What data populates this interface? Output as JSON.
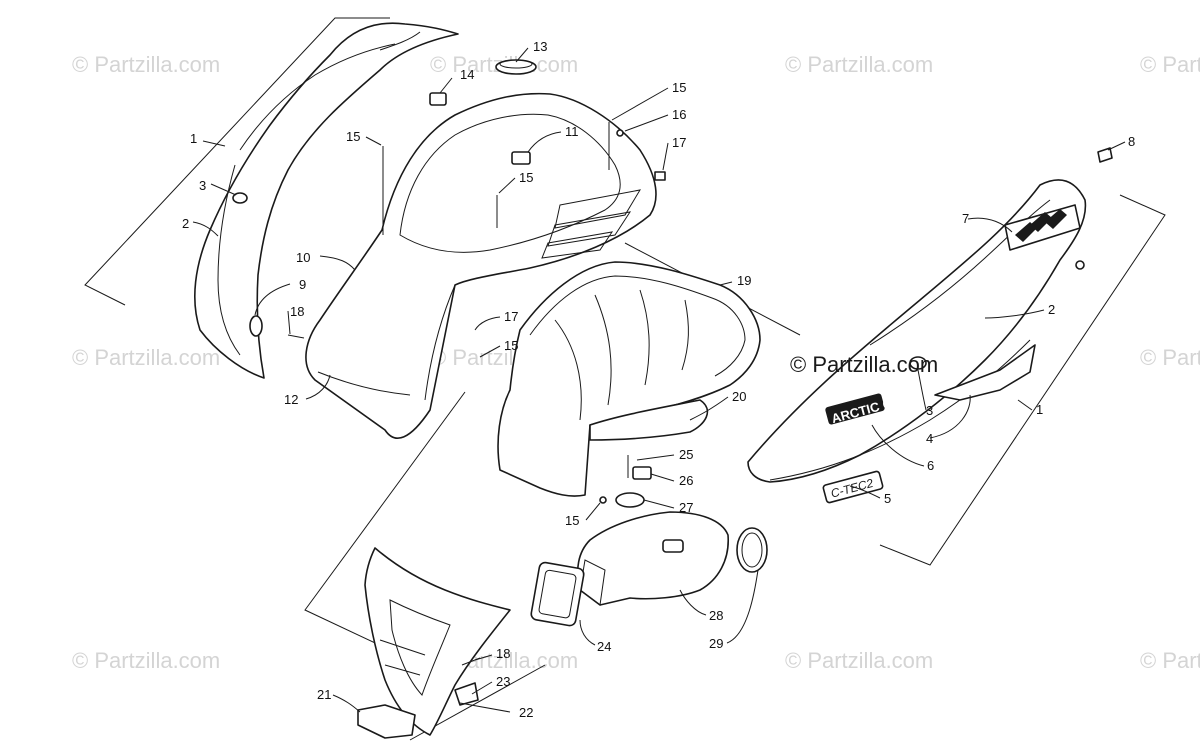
{
  "watermark": "© Partzilla.com",
  "copyright_notice": "© Partzilla.com",
  "decal_text": {
    "brand": "ARCTIC CAT",
    "model": "C-TEC2"
  },
  "callouts": [
    {
      "label": "1"
    },
    {
      "label": "3"
    },
    {
      "label": "2"
    },
    {
      "label": "9"
    },
    {
      "label": "18"
    },
    {
      "label": "10"
    },
    {
      "label": "12"
    },
    {
      "label": "13"
    },
    {
      "label": "14"
    },
    {
      "label": "15"
    },
    {
      "label": "11"
    },
    {
      "label": "15"
    },
    {
      "label": "15"
    },
    {
      "label": "16"
    },
    {
      "label": "17"
    },
    {
      "label": "17"
    },
    {
      "label": "15"
    },
    {
      "label": "19"
    },
    {
      "label": "20"
    },
    {
      "label": "25"
    },
    {
      "label": "26"
    },
    {
      "label": "27"
    },
    {
      "label": "15"
    },
    {
      "label": "24"
    },
    {
      "label": "28"
    },
    {
      "label": "29"
    },
    {
      "label": "18"
    },
    {
      "label": "23"
    },
    {
      "label": "21"
    },
    {
      "label": "22"
    },
    {
      "label": "8"
    },
    {
      "label": "7"
    },
    {
      "label": "2"
    },
    {
      "label": "3"
    },
    {
      "label": "4"
    },
    {
      "label": "1"
    },
    {
      "label": "6"
    },
    {
      "label": "5"
    }
  ],
  "colors": {
    "line": "#1a1a1a",
    "watermark": "#d4d4d4",
    "background": "#ffffff"
  }
}
